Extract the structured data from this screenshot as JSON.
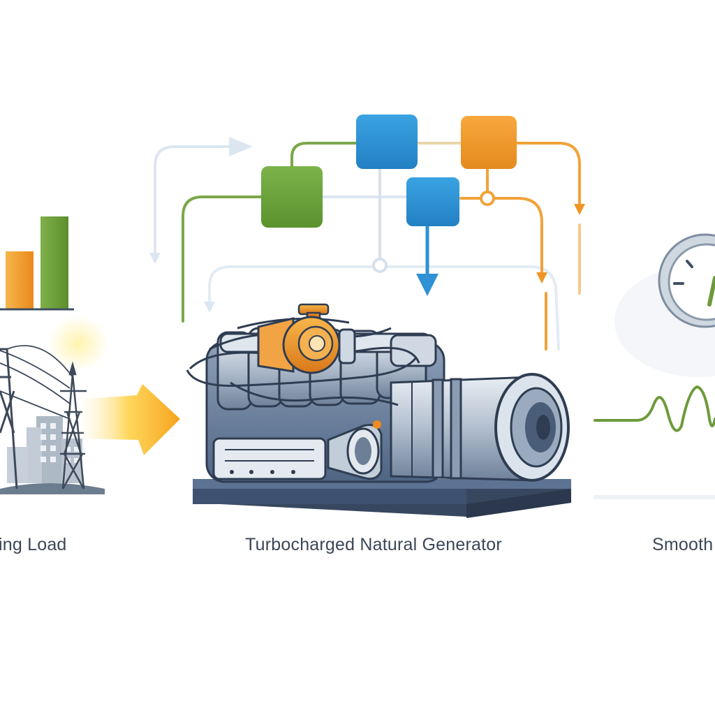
{
  "labels": {
    "left": "ing Load",
    "center": "Turbocharged Natural Generator",
    "right": "Smooth"
  },
  "colors": {
    "text": "#3b4656",
    "green": "#6e9a3c",
    "blue": "#2f92d4",
    "orange": "#ee9624",
    "steel": "#4e6584",
    "pale_line": "#dbe5f0"
  },
  "icons": {
    "bar_chart": "bar-chart-icon",
    "power_tower": "power-tower-icon",
    "load_arrow": "load-arrow-icon",
    "generator": "generator-icon",
    "turbocharger": "turbocharger-icon",
    "gauge": "gauge-icon",
    "wave": "wave-icon"
  }
}
